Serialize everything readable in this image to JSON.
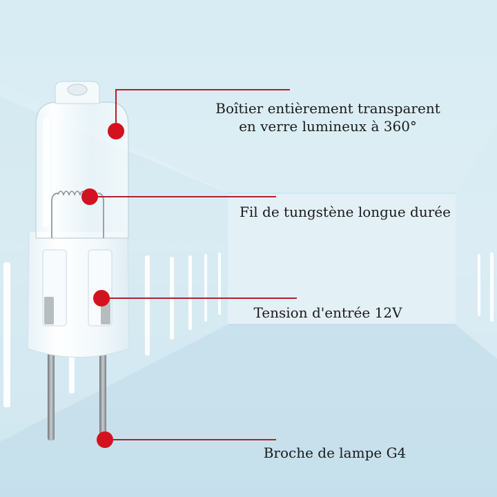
{
  "colors": {
    "accent_red": "#d3121f",
    "line_red": "#b0202a",
    "background": "#dcecf4",
    "text": "#1a1a1a"
  },
  "callouts": [
    {
      "lines": [
        "Boîtier entièrement transparent",
        "en verre lumineux à 360°"
      ]
    },
    {
      "lines": [
        "Fil de tungstène longue durée"
      ]
    },
    {
      "lines": [
        "Tension d'entrée 12V"
      ]
    },
    {
      "lines": [
        "Broche de lampe G4"
      ]
    }
  ]
}
